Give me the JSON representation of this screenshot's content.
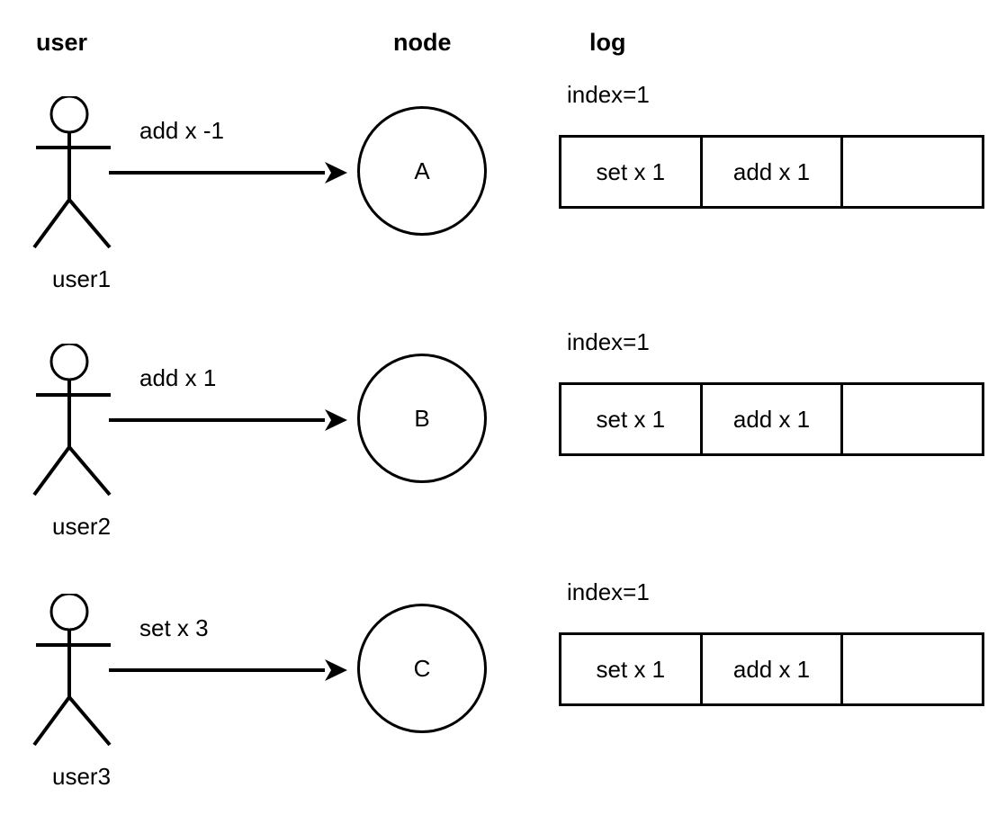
{
  "headers": {
    "user": "user",
    "node": "node",
    "log": "log"
  },
  "rows": [
    {
      "actor_icon": "stick-figure-icon",
      "actor_label": "user1",
      "message_label": "add x -1",
      "arrow_icon": "arrow-right-icon",
      "node_label": "A",
      "log": {
        "index_label": "index=1",
        "cells": [
          "set x 1",
          "add x 1",
          ""
        ]
      }
    },
    {
      "actor_icon": "stick-figure-icon",
      "actor_label": "user2",
      "message_label": "add x 1",
      "arrow_icon": "arrow-right-icon",
      "node_label": "B",
      "log": {
        "index_label": "index=1",
        "cells": [
          "set x 1",
          "add x 1",
          ""
        ]
      }
    },
    {
      "actor_icon": "stick-figure-icon",
      "actor_label": "user3",
      "message_label": "set x 3",
      "arrow_icon": "arrow-right-icon",
      "node_label": "C",
      "log": {
        "index_label": "index=1",
        "cells": [
          "set x 1",
          "add x 1",
          ""
        ]
      }
    }
  ],
  "colors": {
    "stroke": "#000000",
    "background": "#ffffff",
    "text": "#000000"
  }
}
